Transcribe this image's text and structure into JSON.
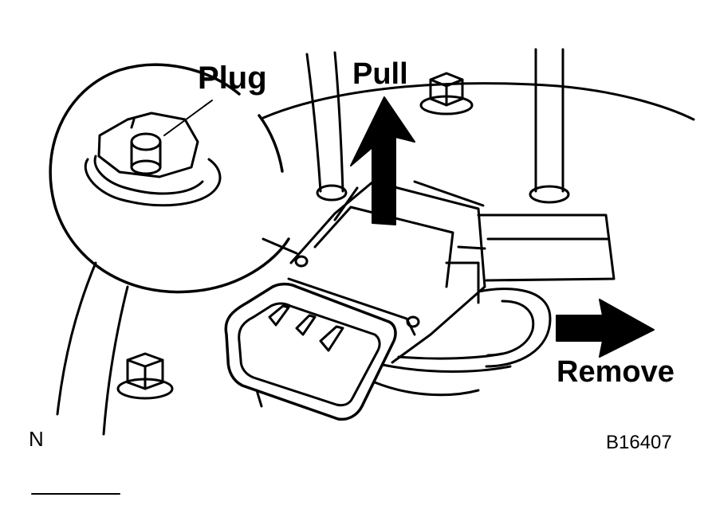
{
  "labels": {
    "plug": "Plug",
    "pull": "Pull",
    "remove": "Remove",
    "orientation": "N",
    "figure_id": "B16407"
  },
  "colors": {
    "ink": "#000000",
    "paper": "#ffffff"
  }
}
